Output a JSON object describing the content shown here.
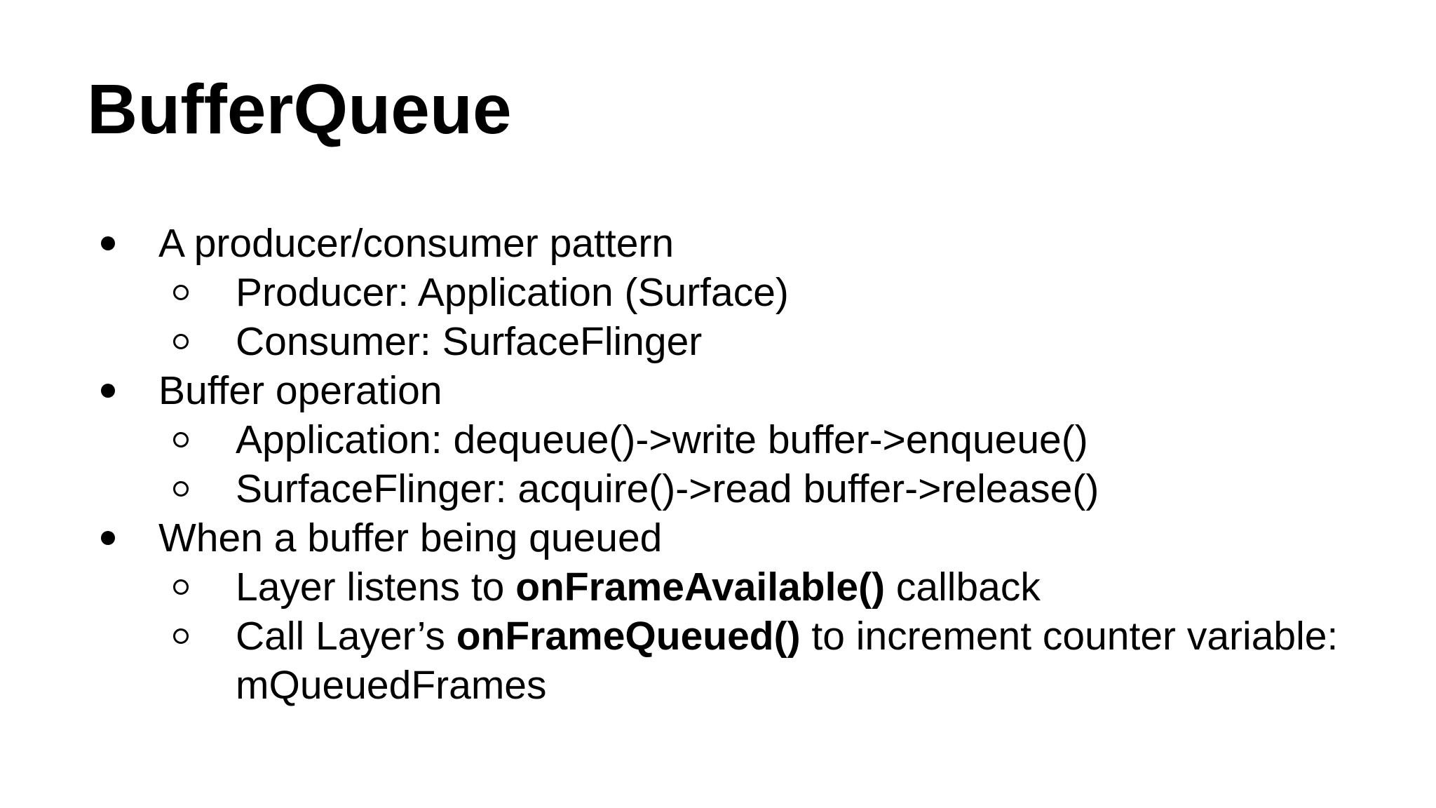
{
  "slide": {
    "background_color": "#ffffff",
    "text_color": "#000000",
    "title": "BufferQueue",
    "bullets": [
      {
        "level": 1,
        "segments": [
          {
            "text": "A producer/consumer pattern",
            "bold": false
          }
        ]
      },
      {
        "level": 2,
        "segments": [
          {
            "text": "Producer: Application (Surface)",
            "bold": false
          }
        ]
      },
      {
        "level": 2,
        "segments": [
          {
            "text": "Consumer: SurfaceFlinger",
            "bold": false
          }
        ]
      },
      {
        "level": 1,
        "segments": [
          {
            "text": "Buffer operation",
            "bold": false
          }
        ]
      },
      {
        "level": 2,
        "segments": [
          {
            "text": "Application: dequeue()->write buffer->enqueue()",
            "bold": false
          }
        ]
      },
      {
        "level": 2,
        "segments": [
          {
            "text": "SurfaceFlinger: acquire()->read buffer->release()",
            "bold": false
          }
        ]
      },
      {
        "level": 1,
        "segments": [
          {
            "text": "When a buffer being queued",
            "bold": false
          }
        ]
      },
      {
        "level": 2,
        "segments": [
          {
            "text": "Layer listens to ",
            "bold": false
          },
          {
            "text": "onFrameAvailable()",
            "bold": true
          },
          {
            "text": " callback",
            "bold": false
          }
        ]
      },
      {
        "level": 2,
        "segments": [
          {
            "text": "Call Layer’s ",
            "bold": false
          },
          {
            "text": "onFrameQueued()",
            "bold": true
          },
          {
            "text": " to increment counter variable: mQueuedFrames",
            "bold": false
          }
        ]
      }
    ]
  }
}
